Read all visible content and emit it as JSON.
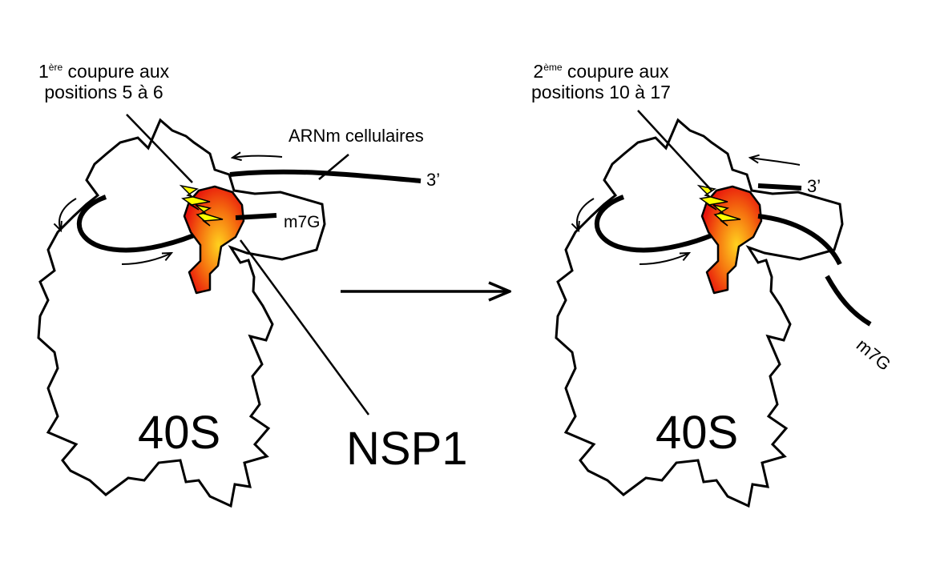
{
  "left_panel": {
    "cut_label": {
      "number": "1",
      "superscript": "ère",
      "line1_rest": " coupure aux",
      "line2": "positions 5 à 6"
    },
    "mrna_label": "ARNm cellulaires",
    "three_prime": "3’",
    "cap_label": "m7G",
    "subunit_label": "40S",
    "protein_label": "NSP1"
  },
  "right_panel": {
    "cut_label": {
      "number": "2",
      "superscript": "ème",
      "line1_rest": " coupure aux",
      "line2": "positions 10 à 17"
    },
    "three_prime": "3’",
    "cap_label": "m7G",
    "subunit_label": "40S"
  },
  "colors": {
    "outline": "#000000",
    "nsp1_core": "#ffd21f",
    "nsp1_edge": "#e8140c",
    "lightning": "#ffff00"
  }
}
